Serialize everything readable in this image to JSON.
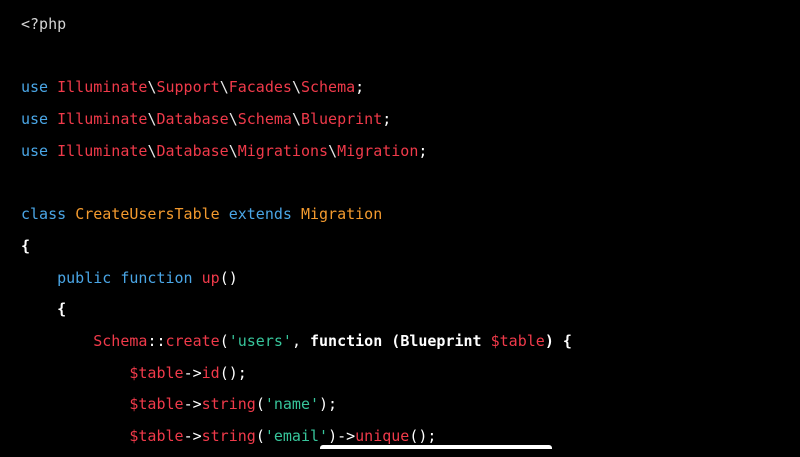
{
  "code": {
    "language": "php",
    "lines": [
      [
        {
          "t": "<?php",
          "k": "tag"
        }
      ],
      [],
      [
        {
          "t": "use ",
          "k": "kw"
        },
        {
          "t": "Illuminate",
          "k": "ns"
        },
        {
          "t": "\\",
          "k": "sep"
        },
        {
          "t": "Support",
          "k": "ns"
        },
        {
          "t": "\\",
          "k": "sep"
        },
        {
          "t": "Facades",
          "k": "ns"
        },
        {
          "t": "\\",
          "k": "sep"
        },
        {
          "t": "Schema",
          "k": "ns"
        },
        {
          "t": ";",
          "k": "plain"
        }
      ],
      [
        {
          "t": "use ",
          "k": "kw"
        },
        {
          "t": "Illuminate",
          "k": "ns"
        },
        {
          "t": "\\",
          "k": "sep"
        },
        {
          "t": "Database",
          "k": "ns"
        },
        {
          "t": "\\",
          "k": "sep"
        },
        {
          "t": "Schema",
          "k": "ns"
        },
        {
          "t": "\\",
          "k": "sep"
        },
        {
          "t": "Blueprint",
          "k": "ns"
        },
        {
          "t": ";",
          "k": "plain"
        }
      ],
      [
        {
          "t": "use ",
          "k": "kw"
        },
        {
          "t": "Illuminate",
          "k": "ns"
        },
        {
          "t": "\\",
          "k": "sep"
        },
        {
          "t": "Database",
          "k": "ns"
        },
        {
          "t": "\\",
          "k": "sep"
        },
        {
          "t": "Migrations",
          "k": "ns"
        },
        {
          "t": "\\",
          "k": "sep"
        },
        {
          "t": "Migration",
          "k": "ns"
        },
        {
          "t": ";",
          "k": "plain"
        }
      ],
      [],
      [
        {
          "t": "class ",
          "k": "kw"
        },
        {
          "t": "CreateUsersTable ",
          "k": "cls"
        },
        {
          "t": "extends ",
          "k": "kw"
        },
        {
          "t": "Migration",
          "k": "cls"
        }
      ],
      [
        {
          "t": "{",
          "k": "bold"
        }
      ],
      [
        {
          "t": "    "
        },
        {
          "t": "public ",
          "k": "kw"
        },
        {
          "t": "function ",
          "k": "kw"
        },
        {
          "t": "up",
          "k": "fn"
        },
        {
          "t": "()",
          "k": "plain"
        }
      ],
      [
        {
          "t": "    "
        },
        {
          "t": "{",
          "k": "bold"
        }
      ],
      [
        {
          "t": "        "
        },
        {
          "t": "Schema",
          "k": "ns"
        },
        {
          "t": "::",
          "k": "plain"
        },
        {
          "t": "create",
          "k": "fn"
        },
        {
          "t": "(",
          "k": "plain"
        },
        {
          "t": "'users'",
          "k": "str"
        },
        {
          "t": ", ",
          "k": "plain"
        },
        {
          "t": "function ",
          "k": "bold"
        },
        {
          "t": "(",
          "k": "bold"
        },
        {
          "t": "Blueprint ",
          "k": "bold"
        },
        {
          "t": "$table",
          "k": "var"
        },
        {
          "t": ") {",
          "k": "bold"
        }
      ],
      [
        {
          "t": "            "
        },
        {
          "t": "$table",
          "k": "var"
        },
        {
          "t": "->",
          "k": "plain"
        },
        {
          "t": "id",
          "k": "fn"
        },
        {
          "t": "();",
          "k": "plain"
        }
      ],
      [
        {
          "t": "            "
        },
        {
          "t": "$table",
          "k": "var"
        },
        {
          "t": "->",
          "k": "plain"
        },
        {
          "t": "string",
          "k": "fn"
        },
        {
          "t": "(",
          "k": "plain"
        },
        {
          "t": "'name'",
          "k": "str"
        },
        {
          "t": ");",
          "k": "plain"
        }
      ],
      [
        {
          "t": "            "
        },
        {
          "t": "$table",
          "k": "var"
        },
        {
          "t": "->",
          "k": "plain"
        },
        {
          "t": "string",
          "k": "fn"
        },
        {
          "t": "(",
          "k": "plain"
        },
        {
          "t": "'email'",
          "k": "str"
        },
        {
          "t": ")->",
          "k": "plain"
        },
        {
          "t": "unique",
          "k": "fn"
        },
        {
          "t": "();",
          "k": "plain"
        }
      ]
    ]
  },
  "colors": {
    "background": "#000000",
    "keyword": "#4aa6e6",
    "namespace": "#f03a4a",
    "class": "#f39a2e",
    "string": "#37c59b",
    "plain": "#ffffff"
  }
}
